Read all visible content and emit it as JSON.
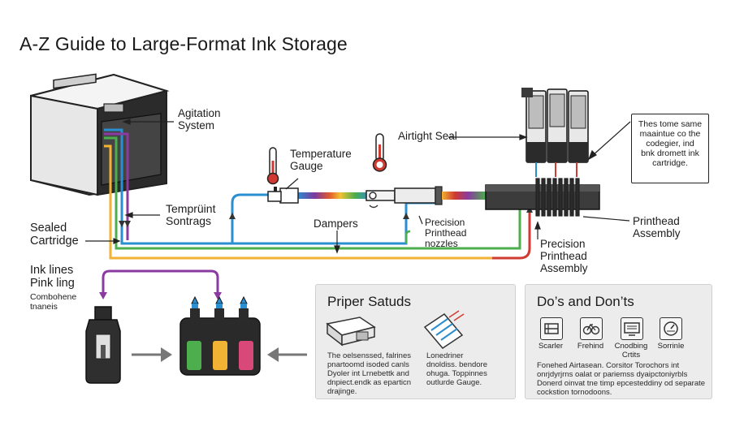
{
  "title": "A-Z Guide to Large-Format Ink Storage",
  "labels": {
    "agitation": [
      "Agitation",
      "System"
    ],
    "temp_gauge": [
      "Temperature",
      "Gauge"
    ],
    "airtight": "Airtight Seal",
    "tempruint": [
      "Temprüint",
      "Sontrags"
    ],
    "dampers": "Dampers",
    "precision_nozzles": [
      "Precision",
      "Printhead",
      "nozzles"
    ],
    "sealed_cartridge": [
      "Sealed",
      "Cartridge"
    ],
    "precision_assembly": [
      "Precision",
      "Printhead",
      "Assembly"
    ],
    "printhead_assembly": [
      "Printhead",
      "Assembly"
    ],
    "ink_lines": [
      "Ink lines",
      "Pink ling"
    ],
    "combohene": [
      "Combohene",
      "tnaneis"
    ]
  },
  "callout": [
    "Thes tome same",
    "maaintue co the",
    "codegier, ind",
    "bnk dromett ink",
    "cartridge."
  ],
  "panel_left": {
    "title": "Priper Satuds",
    "text_a": [
      "The oelsenssed, falrines",
      "pnartoomd isoded canls",
      "Dyoler int Lrnebettk and",
      "dnpiect.endk as eparticn",
      "drajinge."
    ],
    "text_b": [
      "Lonedriner",
      "dnoldiss. bendore",
      "ohuga. Toppinnes",
      "outlurde Gauge."
    ]
  },
  "panel_right": {
    "title": "Do’s and Don’ts",
    "icons": [
      {
        "name": "scanner-icon",
        "caption": [
          "Scarler"
        ]
      },
      {
        "name": "bicycle-icon",
        "caption": [
          "Frehind"
        ]
      },
      {
        "name": "monitor-icon",
        "caption": [
          "Cnodbing",
          "Crtits"
        ]
      },
      {
        "name": "gauge-icon",
        "caption": [
          "Sorrinle"
        ]
      }
    ],
    "text": [
      "Fonehed Airtasean. Corsitor Torochors int",
      "onrjdyrjrns oalat or pariemss dyaipctoniyrbls",
      "Donerd oinvat tne timp epcesteddiny od separate",
      "cockstion tornodoons."
    ]
  },
  "colors": {
    "cyan": "#2a8fd0",
    "green": "#4cae4c",
    "yellow": "#f2b233",
    "magenta": "#8a3aa0",
    "red": "#d03a30",
    "gray": "#e9e9e9"
  }
}
